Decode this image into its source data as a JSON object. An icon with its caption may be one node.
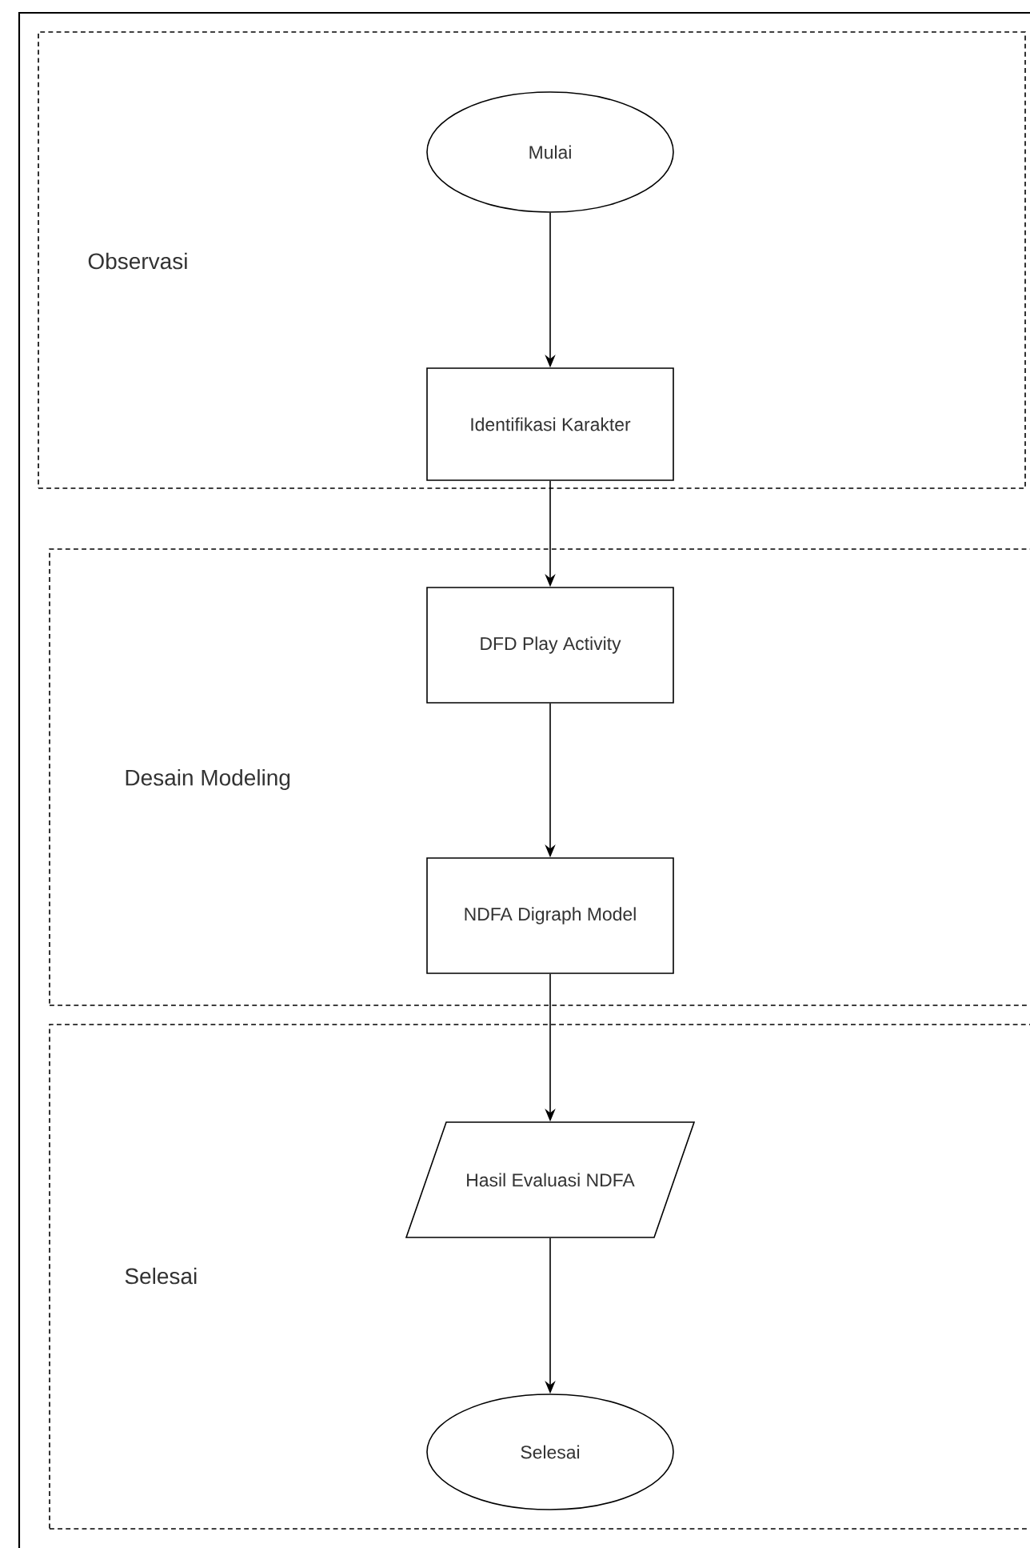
{
  "diagram": {
    "nodes": [
      {
        "text": [
          "Observasi"
        ]
      },
      {
        "text": [
          "Mulai"
        ],
        "in": 0
      },
      {
        "text": [
          "Identifikasi Karakter"
        ],
        "in": 0
      },
      {
        "text": [
          "Desain Modeling"
        ]
      },
      {
        "text": [
          "DFD Play Activity"
        ],
        "in": 3
      },
      {
        "text": [
          "NDFA Digraph Model"
        ],
        "in": 3
      },
      {
        "text": [
          "Selesai"
        ]
      },
      {
        "text": [
          "Hasil Evaluasi NDFA"
        ],
        "in": 6
      },
      {
        "text": [
          "Selesai"
        ],
        "in": 6
      }
    ],
    "edges": [
      {
        "from": 1,
        "to": 2,
        "arrow": "to"
      },
      {
        "from": 2,
        "to": 4,
        "arrow": "to"
      },
      {
        "from": 4,
        "to": 5,
        "arrow": "to"
      },
      {
        "from": 5,
        "to": 7,
        "arrow": "to"
      },
      {
        "from": 7,
        "to": 8,
        "arrow": "to"
      }
    ]
  }
}
